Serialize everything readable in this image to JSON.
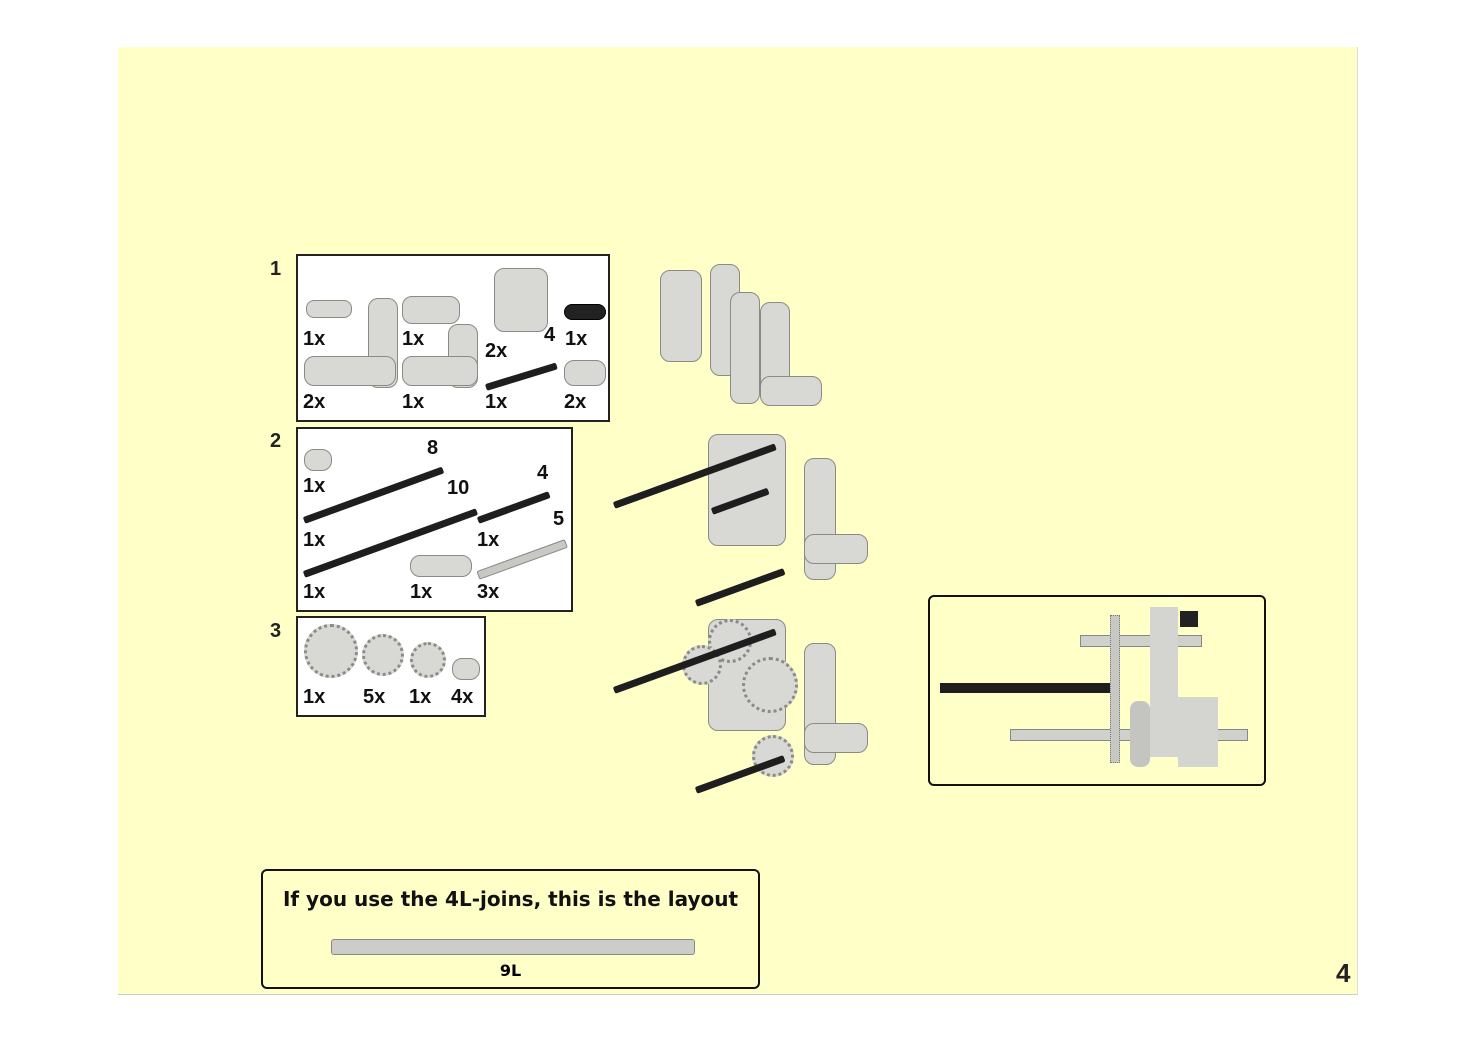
{
  "page_number": "4",
  "steps": [
    {
      "number": "1",
      "labels": [
        "1x",
        "1x",
        "2x",
        "4",
        "1x",
        "2x",
        "1x",
        "1x",
        "2x"
      ]
    },
    {
      "number": "2",
      "labels": [
        "8",
        "1x",
        "10",
        "4",
        "5",
        "1x",
        "1x",
        "1x",
        "1x",
        "3x"
      ]
    },
    {
      "number": "3",
      "labels": [
        "1x",
        "5x",
        "1x",
        "4x"
      ]
    }
  ],
  "note": {
    "title": "If you use the 4L-joins, this is the layout",
    "length_label": "9L"
  },
  "colors": {
    "page_background": "#ffffc8",
    "part_grey": "#d8d8d4",
    "axle_black": "#1e1e1e"
  }
}
